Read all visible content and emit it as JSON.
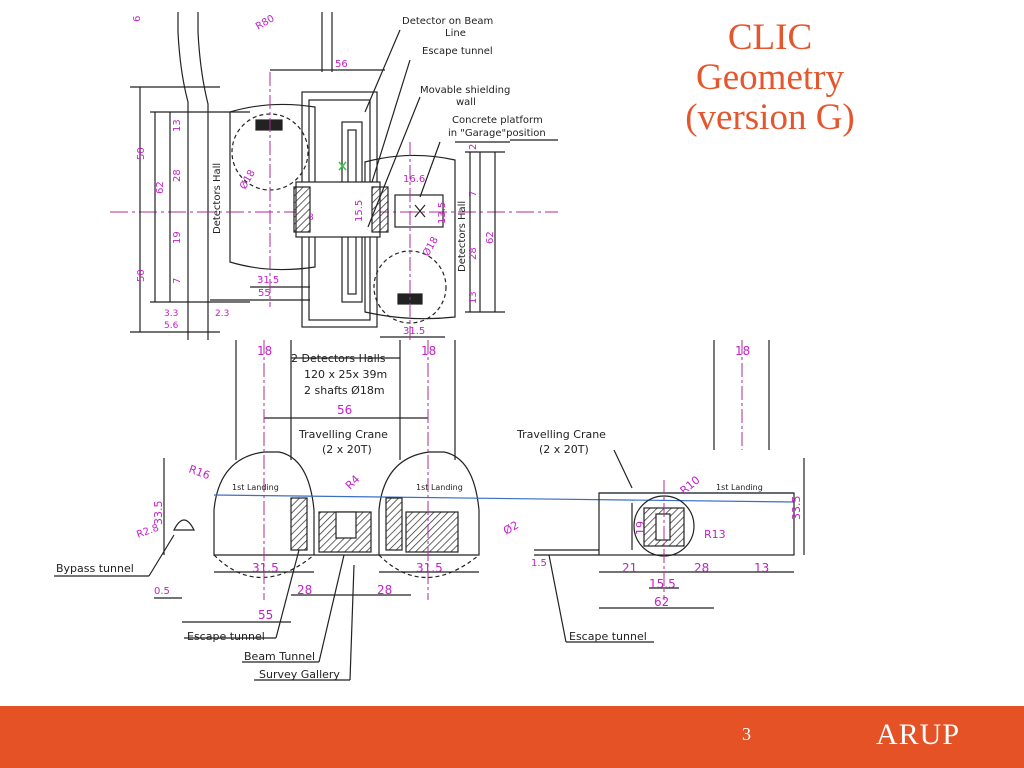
{
  "slide": {
    "title_lines": [
      "CLIC",
      "Geometry",
      "(version G)"
    ],
    "page_number": "3",
    "logo": "ARUP",
    "colors": {
      "title": "#e4572e",
      "footer": "#e55225",
      "dimension": "#c222c8",
      "line": "#222222",
      "logo_text": "#ffffff"
    }
  },
  "top_drawing": {
    "labels": {
      "detector_on_beam_1": "Detector on Beam",
      "detector_on_beam_2": "Line",
      "escape_tunnel": "Escape tunnel",
      "movable_1": "Movable shielding",
      "movable_2": "wall",
      "concrete_1": "Concrete platform",
      "concrete_2": "in \"Garage\"position",
      "hall_left": "Detectors Hall",
      "hall_right": "Detectors Hall"
    },
    "dims": {
      "r80": "R80",
      "d56": "56",
      "d50a": "50",
      "d50b": "50",
      "d13a": "13",
      "d28a": "28",
      "d19": "19",
      "d7a": "7",
      "d62a": "62",
      "phi18a": "Ø18",
      "phi18b": "Ø18",
      "d166": "16.6",
      "d135": "13.5",
      "d155": "15.5",
      "d7b": "7",
      "d28b": "28",
      "d62b": "62",
      "d13b": "13",
      "d315a": "31.5",
      "d55": "55",
      "d315b": "31.5",
      "d33": "3.3",
      "d56b": "5.6",
      "d23": "2.3",
      "d8": "8",
      "d2": "2",
      "d6": "6"
    }
  },
  "bottom_drawing": {
    "labels": {
      "halls_1": "2 Detectors Halls",
      "halls_2": "120 x 25x 39m",
      "halls_3": "2 shafts Ø18m",
      "crane_a1": "Travelling Crane",
      "crane_a2": "(2 x 20T)",
      "crane_b1": "Travelling Crane",
      "crane_b2": "(2 x 20T)",
      "landing_a": "1st Landing",
      "landing_b": "1st Landing",
      "landing_c": "1st Landing",
      "bypass": "Bypass tunnel",
      "escape_a": "Escape tunnel",
      "beam": "Beam Tunnel",
      "survey": "Survey Gallery",
      "escape_b": "Escape tunnel"
    },
    "dims": {
      "d18a": "18",
      "d18b": "18",
      "d18c": "18",
      "d56": "56",
      "r16": "R16",
      "r4": "R4",
      "r10": "R10",
      "r13": "R13",
      "d335a": "33.5",
      "d335b": "33.5",
      "r28": "R2.8",
      "d315a": "31.5",
      "d315b": "31.5",
      "d28a": "28",
      "d28b": "28",
      "d55": "55",
      "d05": "0.5",
      "phi2": "Ø2",
      "d19": "19",
      "d15": "1.5",
      "d21": "21",
      "d28c": "28",
      "d13": "13",
      "d155": "15.5",
      "d62": "62"
    }
  }
}
